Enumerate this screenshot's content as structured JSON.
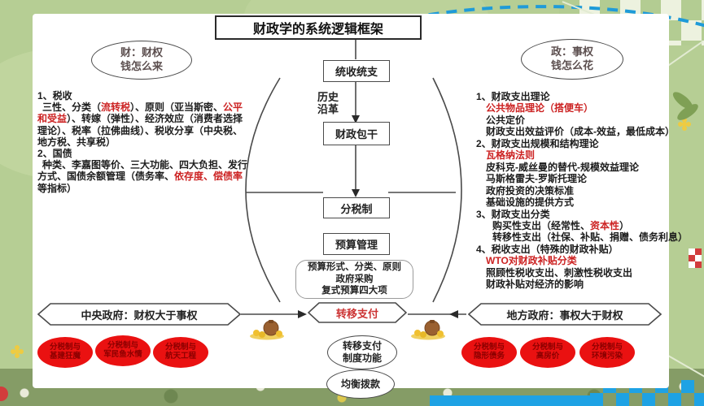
{
  "title": "财政学的系统逻辑框架",
  "colors": {
    "red_text": "#cc2222",
    "red_oval_fill": "#ea1111",
    "red_oval_text": "#8b0000",
    "panel": "#ffffff"
  },
  "top_ovals": {
    "left": {
      "l1": "财：财权",
      "l2": "钱怎么来"
    },
    "right": {
      "l1": "政：事权",
      "l2": "钱怎么花"
    }
  },
  "flow": {
    "history": {
      "l1": "历史",
      "l2": "沿革"
    },
    "n1": "统收统支",
    "n2": "财政包干",
    "n3": "分税制",
    "n4": "预算管理",
    "budget_note": {
      "l1": "预算形式、分类、原则",
      "l2": "政府采购",
      "l3": "复式预算四大项"
    }
  },
  "left_notes": {
    "h1": "1、税收",
    "p1": {
      "a": "三性、分类（",
      "red1": "流转税",
      "b": "）、原则（亚当斯密、",
      "red2": "公平和受益",
      "c": "）、转嫁（弹性）、经济效应（消费者选择理论）、税率（拉佛曲线）、税收分享（中央税、地方税、共享税）"
    },
    "h2": "2、国债",
    "p2": {
      "a": "种类、李嘉图等价、三大功能、四大负担、发行方式、国债余额管理（债务率、",
      "red1": "依存度、偿债率",
      "b": "等指标）"
    }
  },
  "right_notes": {
    "l0": "1、财政支出理论",
    "l1": "公共物品理论（搭便车）",
    "l2": "公共定价",
    "l3": "财政支出效益评价（成本-效益，最低成本）",
    "l4": "2、财政支出规模和结构理论",
    "l5": "瓦格纳法则",
    "l6": "皮科克-威丝曼的替代-规模效益理论",
    "l7": "马斯格雷夫-罗斯托理论",
    "l8": "政府投资的决策标准",
    "l9": "基础设施的提供方式",
    "l10": "3、财政支出分类",
    "l11": {
      "a": "购买性支出（经常性、",
      "red": "资本性",
      "b": "）"
    },
    "l12": "转移性支出（社保、补贴、捐赠、债务利息）",
    "l13": "4、税收支出（特殊的财政补贴）",
    "l14": "WTO对财政补贴分类",
    "l15": "照顾性税收支出、刺激性税收支出",
    "l16": "财政补贴对经济的影响"
  },
  "banners": {
    "left": "中央政府：财权大于事权",
    "center": "转移支付",
    "right": "地方政府：事权大于财权"
  },
  "center_ovals": {
    "transfer": {
      "l1": "转移支付",
      "l2": "制度功能"
    },
    "balance": "均衡拨款"
  },
  "red_ovals": {
    "left": [
      {
        "l1": "分税制与",
        "l2": "基建狂魔"
      },
      {
        "l1": "分税制与",
        "l2": "军民鱼水情"
      },
      {
        "l1": "分税制与",
        "l2": "航天工程"
      }
    ],
    "right": [
      {
        "l1": "分税制与",
        "l2": "隐形债务"
      },
      {
        "l1": "分税制与",
        "l2": "高房价"
      },
      {
        "l1": "分税制与",
        "l2": "环境污染"
      }
    ]
  }
}
